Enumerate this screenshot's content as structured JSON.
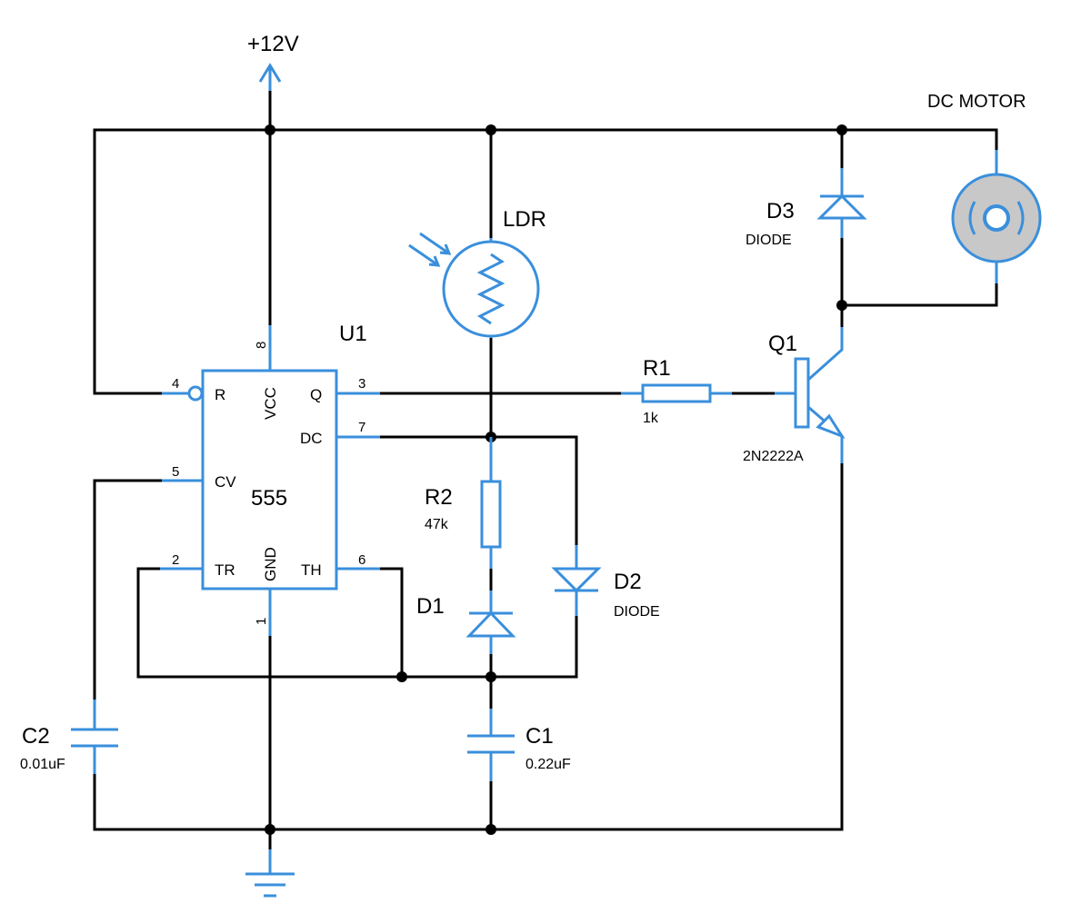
{
  "colors": {
    "wire": "#000000",
    "component": "#3a8fdc",
    "motor_fill": "#c8c8c8"
  },
  "supply": {
    "label": "+12V"
  },
  "ic": {
    "ref": "U1",
    "type": "555",
    "pins": {
      "reset": {
        "num": "4",
        "name": "R"
      },
      "vcc": {
        "num": "8",
        "name": "VCC"
      },
      "out": {
        "num": "3",
        "name": "Q"
      },
      "disch": {
        "num": "7",
        "name": "DC"
      },
      "cv": {
        "num": "5",
        "name": "CV"
      },
      "trig": {
        "num": "2",
        "name": "TR"
      },
      "gnd": {
        "num": "1",
        "name": "GND"
      },
      "thr": {
        "num": "6",
        "name": "TH"
      }
    }
  },
  "ldr": {
    "ref": "LDR"
  },
  "r1": {
    "ref": "R1",
    "value": "1k"
  },
  "r2": {
    "ref": "R2",
    "value": "47k"
  },
  "d1": {
    "ref": "D1"
  },
  "d2": {
    "ref": "D2",
    "value": "DIODE"
  },
  "d3": {
    "ref": "D3",
    "value": "DIODE"
  },
  "c1": {
    "ref": "C1",
    "value": "0.22uF"
  },
  "c2": {
    "ref": "C2",
    "value": "0.01uF"
  },
  "q1": {
    "ref": "Q1",
    "value": "2N2222A"
  },
  "motor": {
    "label": "DC MOTOR"
  }
}
